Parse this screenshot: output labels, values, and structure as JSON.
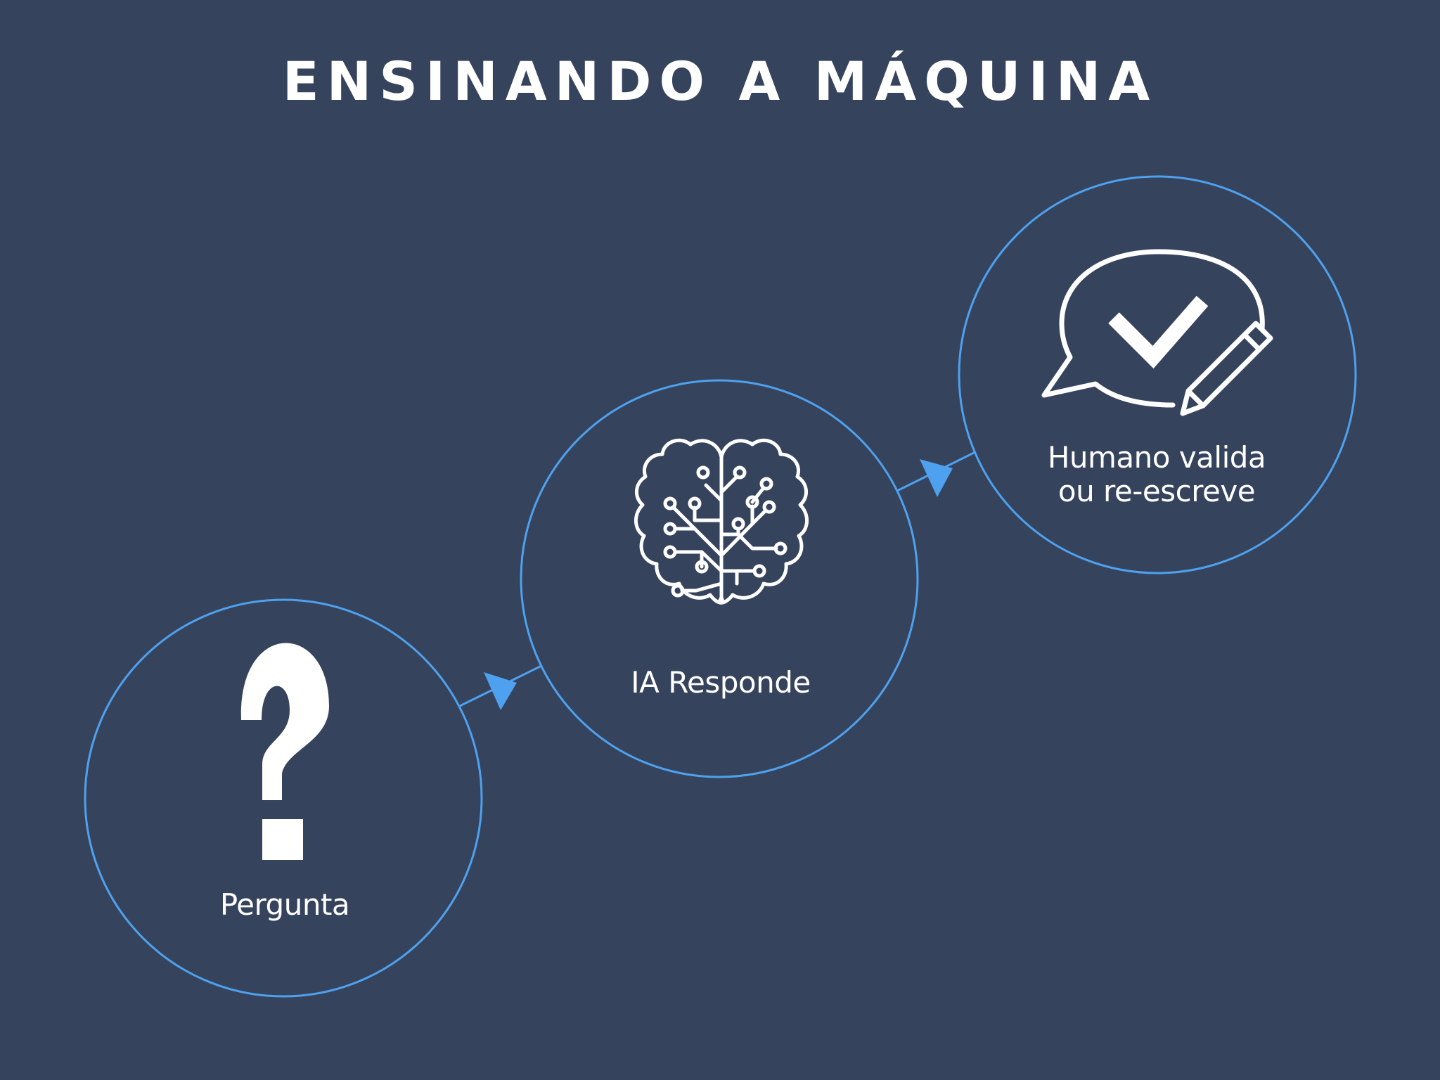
{
  "title": "ENSINANDO A MÁQUINA",
  "colors": {
    "background": "#36435d",
    "ring": "#4ea1ee",
    "arrow": "#4ea1ee",
    "icon": "#ffffff"
  },
  "steps": [
    {
      "label": "Pergunta",
      "icon": "question-mark-icon"
    },
    {
      "label": "IA Responde",
      "icon": "circuit-brain-icon"
    },
    {
      "label_line1": "Humano valida",
      "label_line2": "ou re-escreve",
      "icon": "speech-bubble-check-pencil-icon"
    }
  ]
}
